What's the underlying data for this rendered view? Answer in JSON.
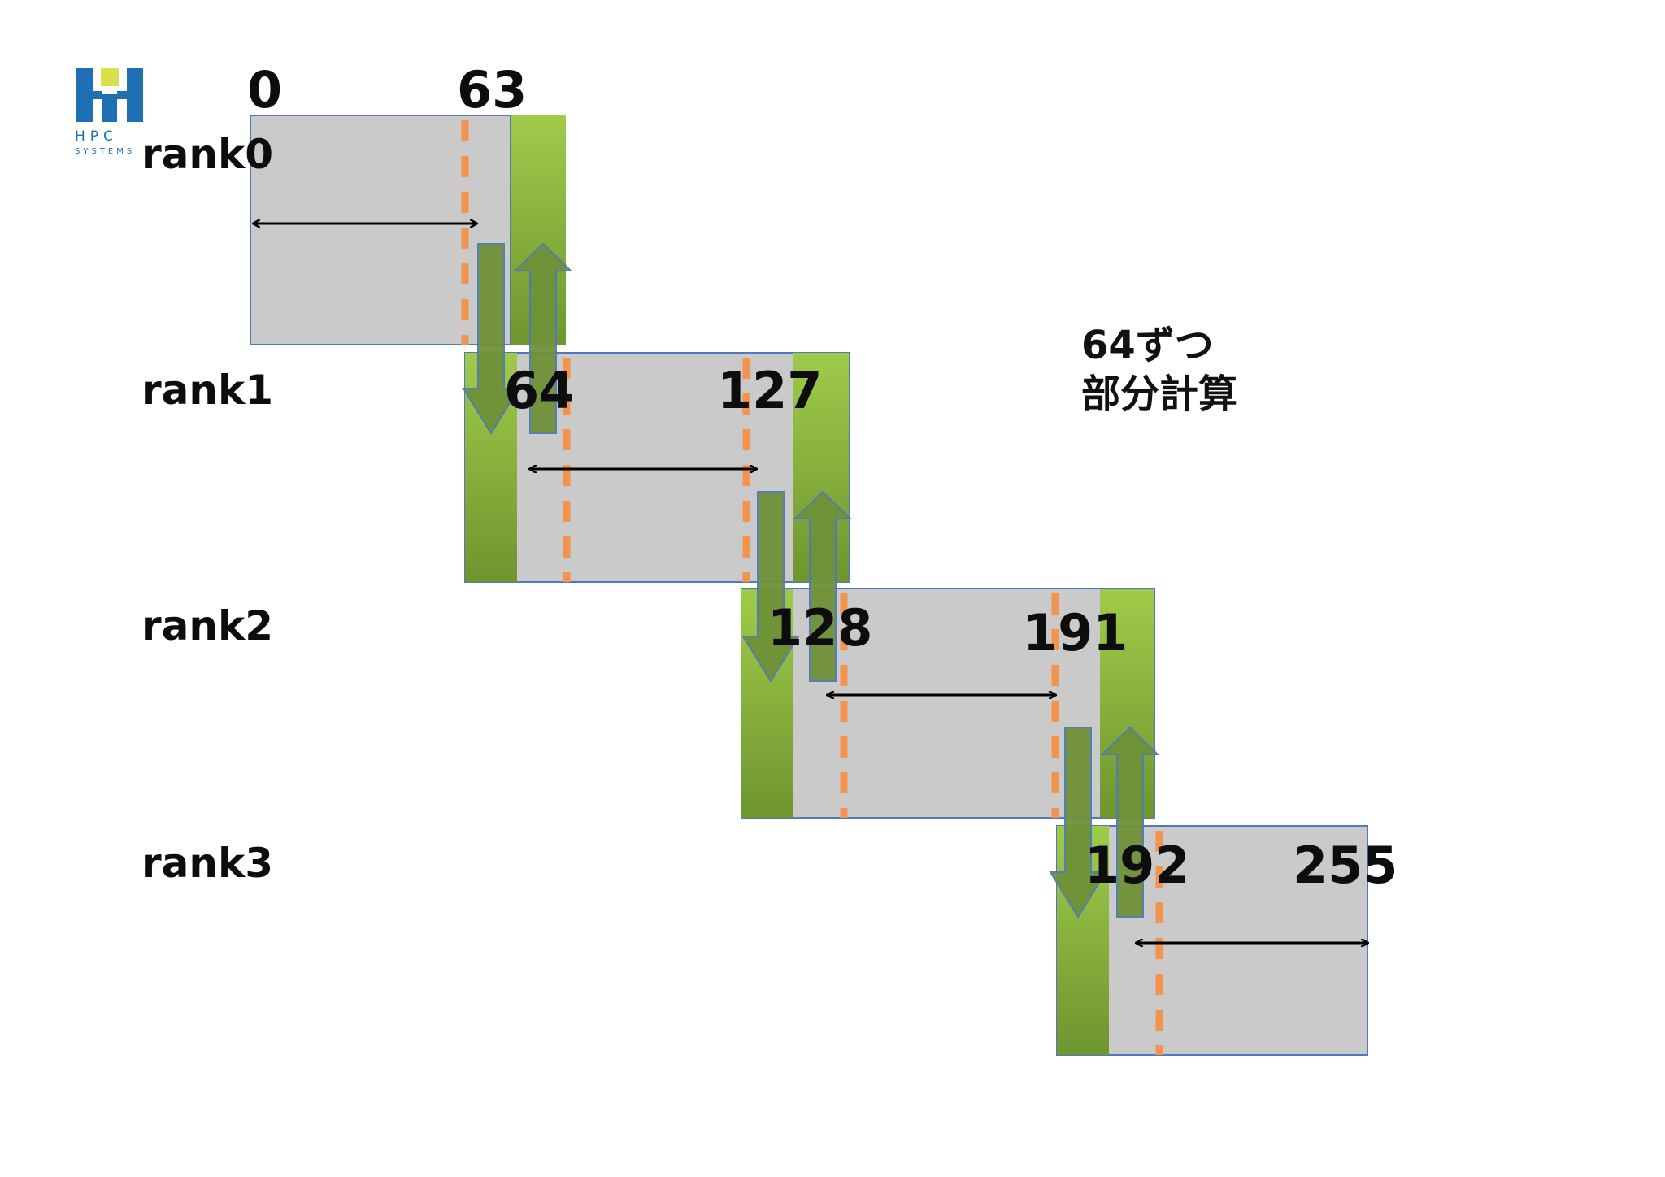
{
  "logo": {
    "line1": "HPC",
    "line2": "SYSTEMS"
  },
  "ranks": [
    {
      "label": "rank0",
      "start": "0",
      "end": "63"
    },
    {
      "label": "rank1",
      "start": "64",
      "end": "127"
    },
    {
      "label": "rank2",
      "start": "128",
      "end": "191"
    },
    {
      "label": "rank3",
      "start": "192",
      "end": "255"
    }
  ],
  "note": {
    "line1": "64ずつ",
    "line2": "部分計算"
  },
  "colors": {
    "block_fill": "#cbcacb",
    "block_border": "#4f79b8",
    "halo_green": "#8fbf3c",
    "arrow_fill": "#6f9138",
    "arrow_border": "#4f79b8",
    "dash": "#f3934c",
    "logo_blue": "#1f6fb5",
    "logo_yellow": "#d8e04a"
  }
}
